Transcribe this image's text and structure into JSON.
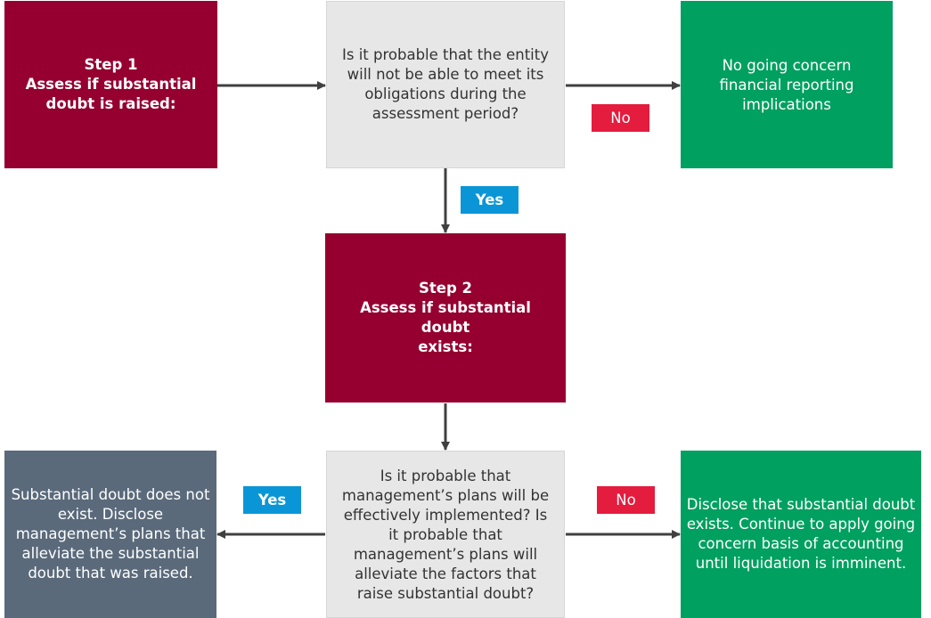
{
  "step1": {
    "title": "Step 1",
    "text": "Assess if substantial\ndoubt is raised:"
  },
  "question1": {
    "text": "Is it probable that the entity\nwill not be able to meet its\nobligations during the\nassessment period?"
  },
  "outcome_no_concern": {
    "text": "No going concern\nfinancial reporting\nimplications"
  },
  "step2": {
    "title": "Step 2",
    "text": "Assess if substantial doubt\nexists:"
  },
  "question2": {
    "text": "Is it probable that\nmanagement’s plans will be\neffectively implemented? Is\nit probable that\nmanagement’s plans will\nalleviate the factors that\nraise substantial doubt?"
  },
  "outcome_not_exist": {
    "text": "Substantial doubt does not\nexist. Disclose\nmanagement’s plans that\nalleviate the substantial\ndoubt that was raised."
  },
  "outcome_exists": {
    "text": "Disclose that substantial doubt\nexists. Continue to apply going\nconcern basis of accounting\nuntil liquidation is imminent."
  },
  "labels": {
    "yes": "Yes",
    "no": "No"
  },
  "colors": {
    "step": "#950030",
    "question": "#e7e7e7",
    "green": "#00a060",
    "slate": "#5a6a7b",
    "yes_tag": "#0a96d6",
    "no_tag": "#e41c3e",
    "arrow": "#404040"
  }
}
